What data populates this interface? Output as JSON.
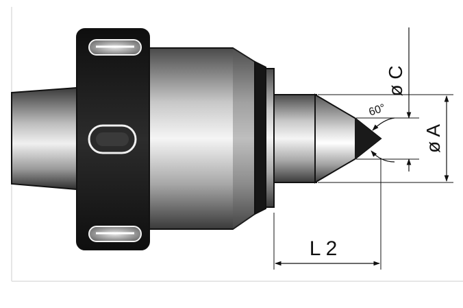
{
  "dimensions": {
    "diameter_c": "ø C",
    "diameter_a": "ø A",
    "length_l2": "L 2",
    "point_angle": "60°"
  },
  "colors": {
    "outline": "#111111",
    "metal_light": "#f2f2f2",
    "metal_mid": "#9a9a9a",
    "metal_dark": "#3a3a3a",
    "collar": "#141414",
    "frame": "#e6e6e6"
  }
}
